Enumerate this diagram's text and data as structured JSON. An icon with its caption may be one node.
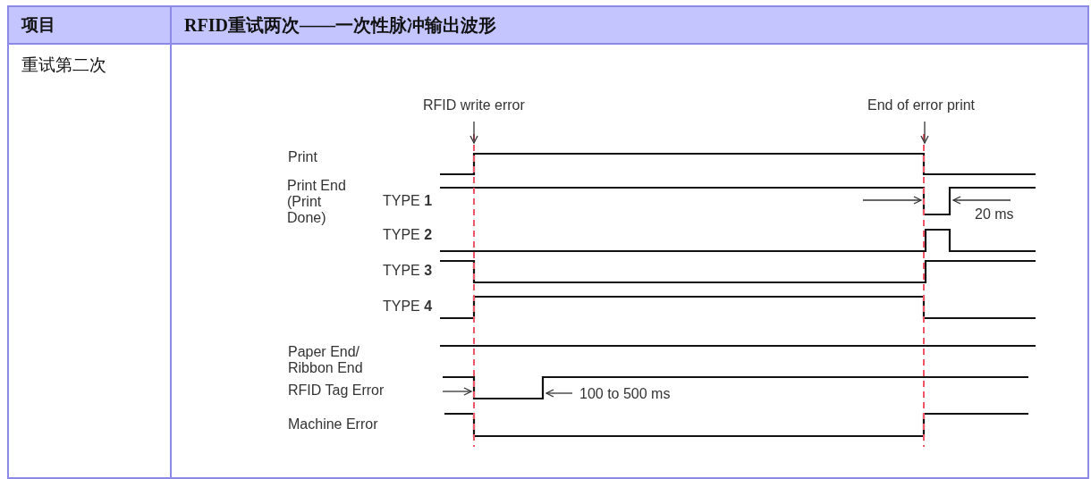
{
  "diagram": {
    "labels": [
      "项目",
      "RFID重试两次——一次性脉冲输出波形",
      "重试第二次",
      "RFID write error",
      "End of error print",
      "Print",
      "Print End (Print Done)",
      "TYPE **1**",
      "20 ms",
      "TYPE **2**",
      "TYPE **3**",
      "TYPE **4**",
      "Paper End/ Ribbon End",
      "RFID Tag Error",
      "100 to 500 ms",
      "Machine Error"
    ]
  }
}
